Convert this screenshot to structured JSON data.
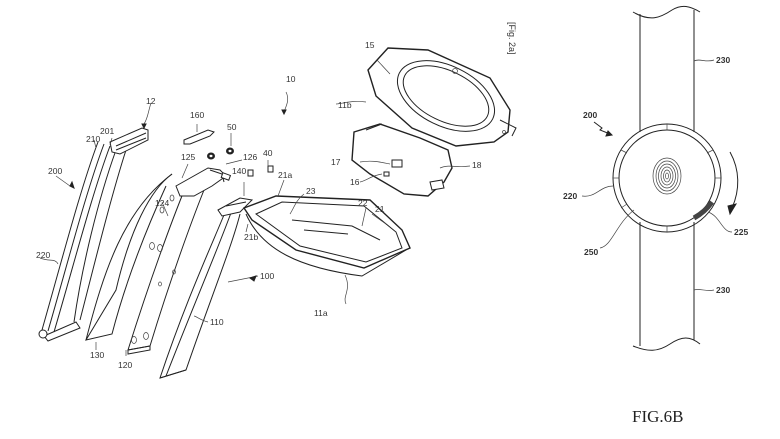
{
  "figure_2a": {
    "tag": "[Fig. 2a]",
    "labels": {
      "l10": "10",
      "l11a": "11a",
      "l11b": "11b",
      "l12": "12",
      "l15": "15",
      "l16": "16",
      "l17": "17",
      "l18": "18",
      "l21": "21",
      "l21a": "21a",
      "l21b": "21b",
      "l22": "22",
      "l23": "23",
      "l40": "40",
      "l50": "50",
      "l100": "100",
      "l110": "110",
      "l120": "120",
      "l124": "124",
      "l125": "125",
      "l126": "126",
      "l130": "130",
      "l140": "140",
      "l160": "160",
      "l200": "200",
      "l201": "201",
      "l210": "210",
      "l220": "220"
    }
  },
  "figure_6b": {
    "caption": "FIG.6B",
    "labels": {
      "l200": "200",
      "l220": "220",
      "l225": "225",
      "l230_top": "230",
      "l230_bottom": "230",
      "l250": "250"
    }
  }
}
